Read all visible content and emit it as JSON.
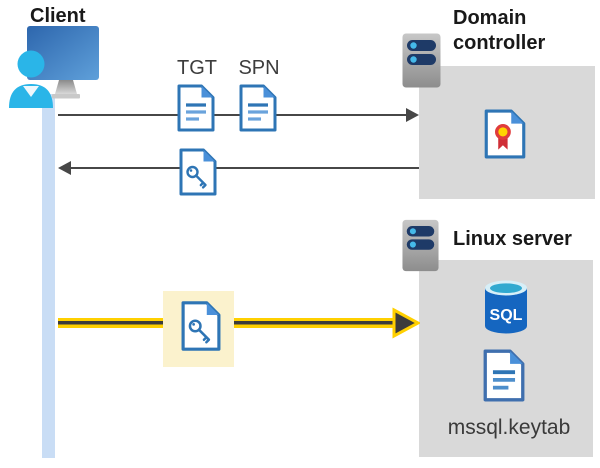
{
  "nodes": {
    "client": {
      "label": "Client"
    },
    "domain_controller": {
      "label": "Domain controller"
    },
    "linux_server": {
      "label": "Linux server"
    }
  },
  "tickets": {
    "tgt_label": "TGT",
    "spn_label": "SPN"
  },
  "linux_contents": {
    "sql_label": "SQL",
    "keytab_label": "mssql.keytab"
  },
  "icons": {
    "client": "client-user-monitor-icon",
    "server": "server-icon",
    "document": "document-icon",
    "key_document": "key-document-icon",
    "certificate": "certificate-document-icon",
    "sql": "sql-database-icon"
  },
  "colors": {
    "node_box": "#d9d9d9",
    "lifeline": "#c9ddf5",
    "arrow": "#474747",
    "yellow_arrow": "#ffd000",
    "highlight": "#fbf2cd",
    "doc_blue": "#2e75b5",
    "doc_fold": "#4a90d9",
    "sql_blue": "#1566c0",
    "person_cyan": "#2ab5e8"
  }
}
